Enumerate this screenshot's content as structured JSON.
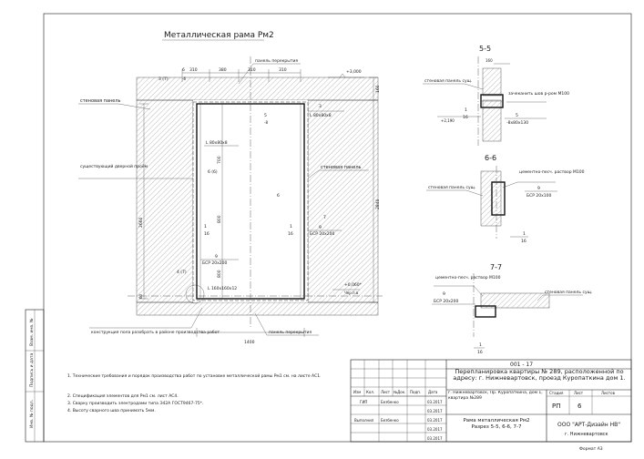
{
  "title_main": "Металлическая рама Рм2",
  "elev_top": "+3,000",
  "elev_bottom": "+0,060*",
  "elev_bottom_note": "Чер.п.в",
  "sections": {
    "s55": "5-5",
    "s66": "6-6",
    "s77": "7-7"
  },
  "labels": {
    "panel_perekr_top": "панель перекрытия",
    "panel_perekr_bottom": "панель перекрытия",
    "stenovaya_panel_left": "стеновая панель",
    "stenovaya_panel_right": "стеновая панель",
    "sush_dvernoi_proem": "существующий дверной проём",
    "konstr_pola": "конструкция пола разобрать в районе производства работ",
    "s55_panel": "стеновая панель сущ.",
    "s55_zach_shov": "зачеканить шов р-ром М100",
    "s66_rastvor": "цементно-песч. раствор М100",
    "s66_panel": "стеновая панель сущ.",
    "s77_rastvor": "цементно-песч. раствор М100",
    "s77_panel": "стеновая панель сущ."
  },
  "marks": {
    "m3_top": "3 (7)",
    "m6a": "6",
    "m6b": "-6",
    "m3b": "3",
    "l80_top": "L 80х80х8",
    "m5": "5",
    "m5b": "-8",
    "l80_mid": "L 80х80х8",
    "m6_mid": "6 (6)",
    "m1_16a": "1",
    "m1_16a_d": "16",
    "m9_right": "9",
    "bsr_right": "БСР 20х200",
    "m9_bot": "9",
    "bsr_bot": "БСР 20х200",
    "m4": "4 (7)",
    "l160": "L 160х160х12",
    "m1_16b": "1",
    "m1_16b_d": "16",
    "m7_a": "7",
    "m6_b": "6",
    "s55_m5": "5",
    "s55_m5d": "-8х80х130",
    "s55_elev": "+2,190",
    "s55_m1": "1",
    "s55_m16": "16",
    "s66_m9": "9",
    "s66_bsr": "БСР 20х100",
    "s66_m1": "1",
    "s66_m16": "16",
    "s77_m9": "9",
    "s77_bsr": "БСР 20х200",
    "s77_m1": "1",
    "s77_m16": "16"
  },
  "dims": {
    "d310a": "310",
    "d380": "380",
    "d310b": "310",
    "d310c": "310",
    "d160": "160",
    "d2660": "2660",
    "d2840": "2840",
    "d700": "700",
    "d800a": "800",
    "d800b": "800",
    "d1400": "1400",
    "d60": "60",
    "d160b": "160",
    "d160c": "160"
  },
  "notes": [
    "1. Технические требования и порядок производства работ по установке металлической рамы Рм1 см. на листе АС1.",
    "2. Спецификация элементов для Рм1 см. лист АС4.",
    "3. Сварку производить электродами типа Э42А ГОСТ9467-75*.",
    "4. Высоту сварного шва принимать 5мм."
  ],
  "side_stamp": [
    "Инв. № подл.",
    "Подпись и дата",
    "Взам. инв. №"
  ],
  "stamp": {
    "code": "001 - 17",
    "object": "Перепланировка квартиры № 289, расположенной по адресу: г. Нижневартовск, проезд Куропаткина дом 1.",
    "address": "г. Нижневартовск, Пр. Куропаткина, дом 1, квартира №289",
    "sheet_title": "Рама металлическая Рм2\nРазрез 5-5, 6-6, 7-7",
    "company": "ООО \"АРТ-Дизайн НВ\"",
    "city": "г. Нижневартовск",
    "stage_hdr": "Стадия",
    "sheet_hdr": "Лист",
    "sheets_hdr": "Листов",
    "stage": "РП",
    "sheet": "6",
    "sheets": "",
    "col_izm": "Изм",
    "col_kol": "Кол.",
    "col_list": "Лист",
    "col_ndok": "№Док.",
    "col_podp": "Подп.",
    "col_data": "Дата",
    "r1_role": "ГИП",
    "r1_name": "Безбенко",
    "r1_date": "03.2017",
    "r2_role": "Выполнил",
    "r2_name": "Безбенко",
    "r2_date": "03.2017",
    "dates_extra": [
      "03.2017",
      "03.2017",
      "03.2017"
    ]
  },
  "format": "Формат А3"
}
